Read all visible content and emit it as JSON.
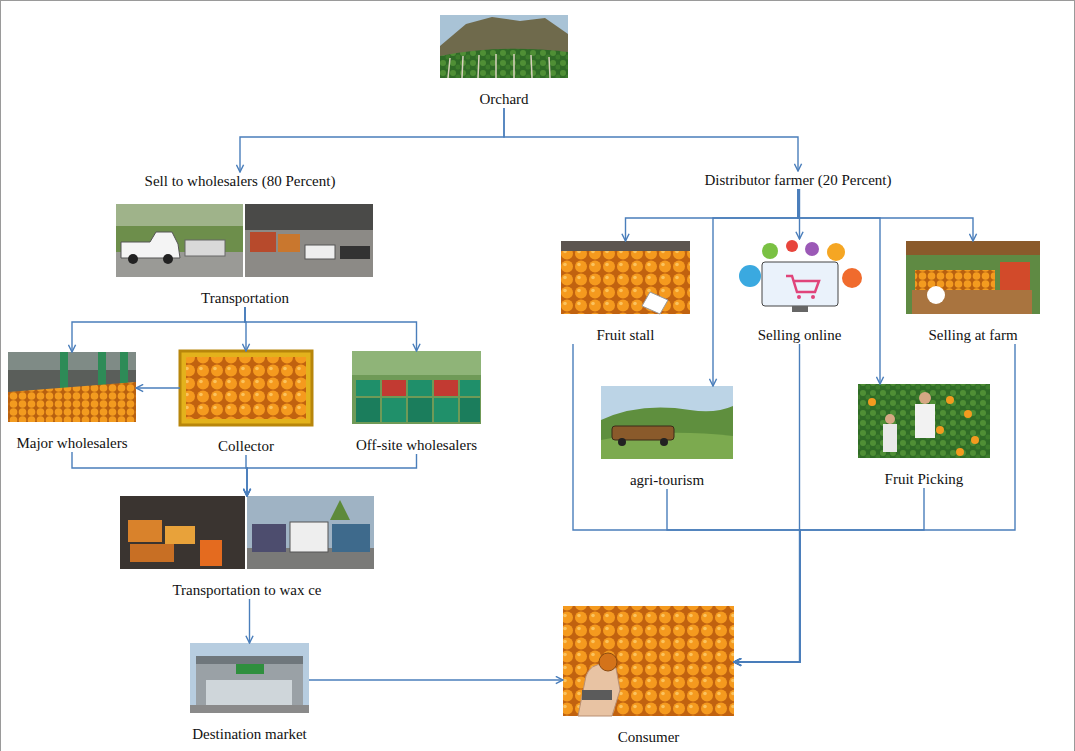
{
  "diagram": {
    "nodes": [
      {
        "text": [
          "Orchard"
        ]
      },
      {
        "text": [
          "Sell to wholesalers (80 Percent)"
        ]
      },
      {
        "text": [
          "Distributor farmer (20 Percent)"
        ]
      },
      {
        "text": [
          "Transportation"
        ]
      },
      {
        "text": [
          "Fruit stall"
        ]
      },
      {
        "text": [
          "Selling online"
        ]
      },
      {
        "text": [
          "Selling at farm"
        ]
      },
      {
        "text": [
          "Major wholesalers"
        ]
      },
      {
        "text": [
          "Collector"
        ]
      },
      {
        "text": [
          "Off-site wholesalers"
        ]
      },
      {
        "text": [
          "agri-tourism"
        ]
      },
      {
        "text": [
          "Fruit Picking"
        ]
      },
      {
        "text": [
          "Transportation to wax ce"
        ]
      },
      {
        "text": [
          "Destination market"
        ]
      },
      {
        "text": [
          "Consumer"
        ]
      }
    ],
    "edges": [
      {
        "from": 0,
        "to": 1,
        "arrow": "to"
      },
      {
        "from": 0,
        "to": 2,
        "arrow": "to"
      },
      {
        "from": 2,
        "to": 4,
        "arrow": "to"
      },
      {
        "from": 2,
        "to": 10,
        "arrow": "to"
      },
      {
        "from": 2,
        "to": 5,
        "arrow": "to"
      },
      {
        "from": 2,
        "to": 11,
        "arrow": "to"
      },
      {
        "from": 2,
        "to": 6,
        "arrow": "to"
      },
      {
        "from": 3,
        "to": 7,
        "arrow": "to"
      },
      {
        "from": 3,
        "to": 8,
        "arrow": "to"
      },
      {
        "from": 3,
        "to": 9,
        "arrow": "to"
      },
      {
        "from": 8,
        "to": 7,
        "arrow": "to"
      },
      {
        "from": 7,
        "to": 12,
        "arrow": "to"
      },
      {
        "from": 8,
        "to": 12,
        "arrow": "to"
      },
      {
        "from": 9,
        "to": 12,
        "arrow": "to"
      },
      {
        "from": 12,
        "to": 13,
        "arrow": "to"
      },
      {
        "from": 13,
        "to": 14,
        "arrow": "to"
      },
      {
        "from": 4,
        "to": 14,
        "arrow": "to"
      },
      {
        "from": 10,
        "to": 14,
        "arrow": "to"
      },
      {
        "from": 5,
        "to": 14,
        "arrow": "to"
      },
      {
        "from": 11,
        "to": 14,
        "arrow": "to"
      },
      {
        "from": 6,
        "to": 14,
        "arrow": "to"
      }
    ]
  }
}
